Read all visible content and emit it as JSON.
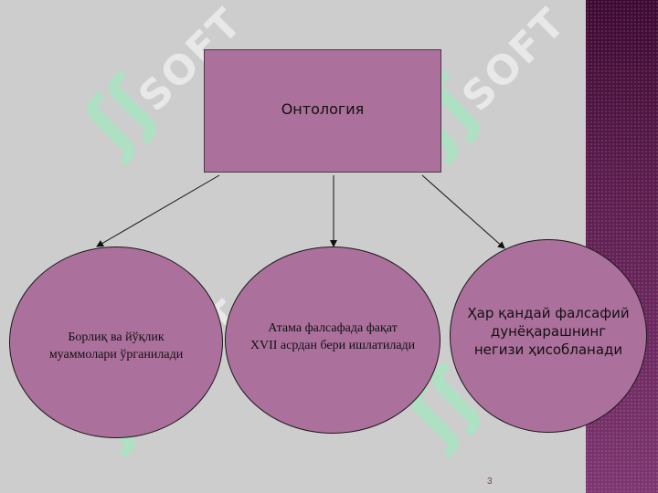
{
  "diagram": {
    "root": {
      "label": "Онтология"
    },
    "children": [
      {
        "label_line1": "Борлиқ ва йўқлик",
        "label_line2": "муаммолари ўрганилади"
      },
      {
        "label_line1": "Атама фалсафада фақат",
        "label_line2": "XVII асрдан бери ишлатилади"
      },
      {
        "label_line1": "Ҳар қандай фалсафий",
        "label_line2": "дунёқарашнинг",
        "label_line3": "негизи ҳисобланади"
      }
    ]
  },
  "watermark": {
    "text": "SOFT"
  },
  "page_number": "3",
  "colors": {
    "background": "#cdcdcd",
    "shape_fill": "#ac709c",
    "side_band": "#5a1c4c"
  }
}
